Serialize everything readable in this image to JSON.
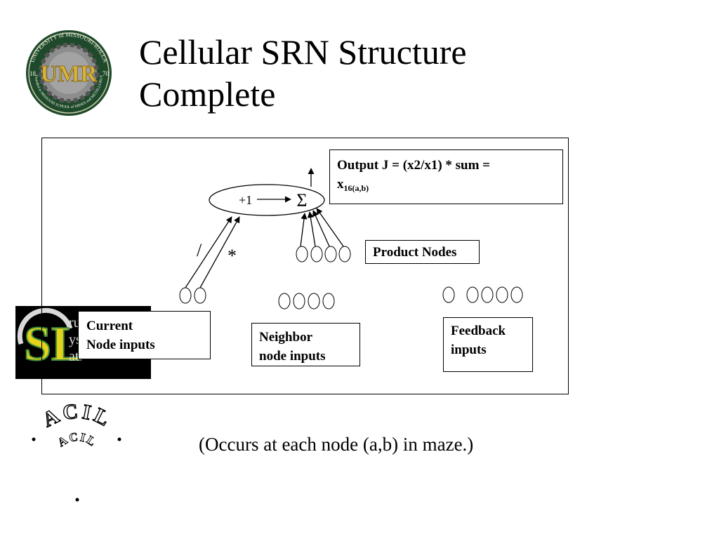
{
  "slide": {
    "title_line1": "Cellular SRN Structure",
    "title_line2": "Complete",
    "caption": "(Occurs at each node (a,b) in maze.)"
  },
  "logos": {
    "university_seal": {
      "ring_text": "UNIVERSITY of MISSOURI-ROLLA",
      "lower_ring_text": "Founded as MISSOURI SCHOOL of MINES and METALLURGY",
      "year_left": "18",
      "year_right": "70",
      "monogram": "UMR",
      "ring_color": "#1e4a2b",
      "gear_color": "#8d8d8d",
      "monogram_color": "#d8b33b"
    },
    "sl_logo": {
      "letters": "SL",
      "side_text": [
        "ru",
        "ys",
        "at"
      ],
      "background": "#000000",
      "yellow": "#e6d21c",
      "green": "#3f8f3b"
    },
    "acil_logo": {
      "outer_text": "ACIL",
      "inner_text": "ACIL"
    }
  },
  "diagram": {
    "output_label": "Output J =  (x2/x1) * sum =",
    "output_var": "x",
    "output_sub": "16(a,b)",
    "product_label": "Product Nodes",
    "current_label_1": "Current",
    "current_label_2": "Node inputs",
    "neighbor_label_1": "Neighbor",
    "neighbor_label_2": "node inputs",
    "feedback_label_1": "Feedback",
    "feedback_label_2": "inputs",
    "bias_label": "+1",
    "sum_symbol": "Σ",
    "divide_symbol": "/",
    "multiply_symbol": "*"
  }
}
